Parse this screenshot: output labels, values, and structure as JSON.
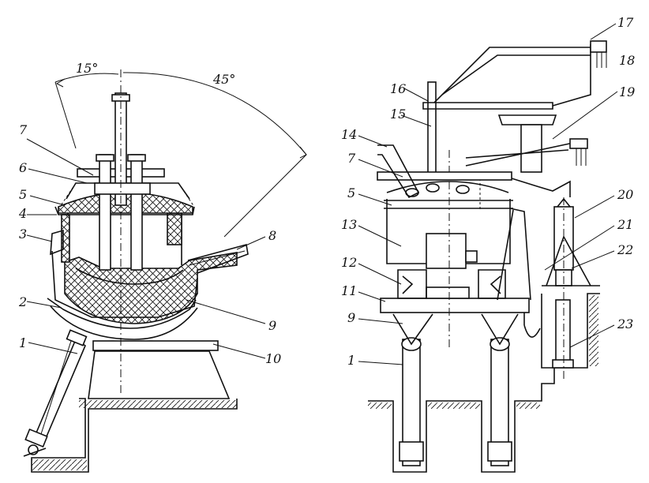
{
  "angles": {
    "left": "15°",
    "right": "45°"
  },
  "left_view": {
    "labels": [
      "1",
      "2",
      "3",
      "4",
      "5",
      "6",
      "7",
      "8",
      "9",
      "10"
    ]
  },
  "right_view": {
    "labels": [
      "1",
      "5",
      "7",
      "9",
      "11",
      "12",
      "13",
      "14",
      "15",
      "16",
      "17",
      "18",
      "19",
      "20",
      "21",
      "22",
      "23"
    ]
  },
  "colors": {
    "ink": "#111111",
    "paper": "#ffffff"
  }
}
